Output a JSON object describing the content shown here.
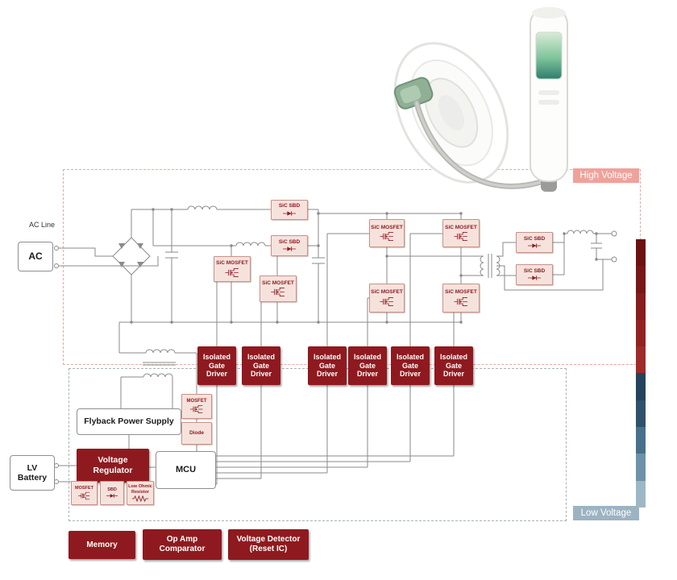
{
  "zones": {
    "high_voltage": "High Voltage",
    "low_voltage": "Low Voltage"
  },
  "source": {
    "ac_line_label": "AC Line",
    "ac_box": "AC",
    "lv_battery": "LV Battery"
  },
  "chips": {
    "sic_sbd": "SiC SBD",
    "sic_mosfet": "SiC MOSFET",
    "mosfet": "MOSFET",
    "diode": "Diode",
    "sbd": "SBD",
    "low_ohmic_resistor": "Low Ohmic Resistor"
  },
  "blocks": {
    "isolated_gate_driver": "Isolated Gate Driver",
    "flyback_power_supply": "Flyback Power Supply",
    "voltage_regulator": "Voltage Regulator",
    "mcu": "MCU",
    "memory": "Memory",
    "op_amp_comparator": "Op Amp Comparator",
    "voltage_detector": "Voltage Detector (Reset IC)"
  },
  "colors": {
    "dark_red": "#8e1a1f",
    "chip_bg": "#f6e2dc",
    "chip_border": "#c79287",
    "hv_label_bg": "#f0a19a",
    "lv_label_bg": "#9cb3c2",
    "wire": "#8a8a8a"
  },
  "color_bar": {
    "segments": [
      "#6d1113",
      "#7a1618",
      "#871c1d",
      "#942223",
      "#a12a2b",
      "#24435c",
      "#2f516b",
      "#47708b",
      "#6e92a9",
      "#9db7c6"
    ]
  }
}
